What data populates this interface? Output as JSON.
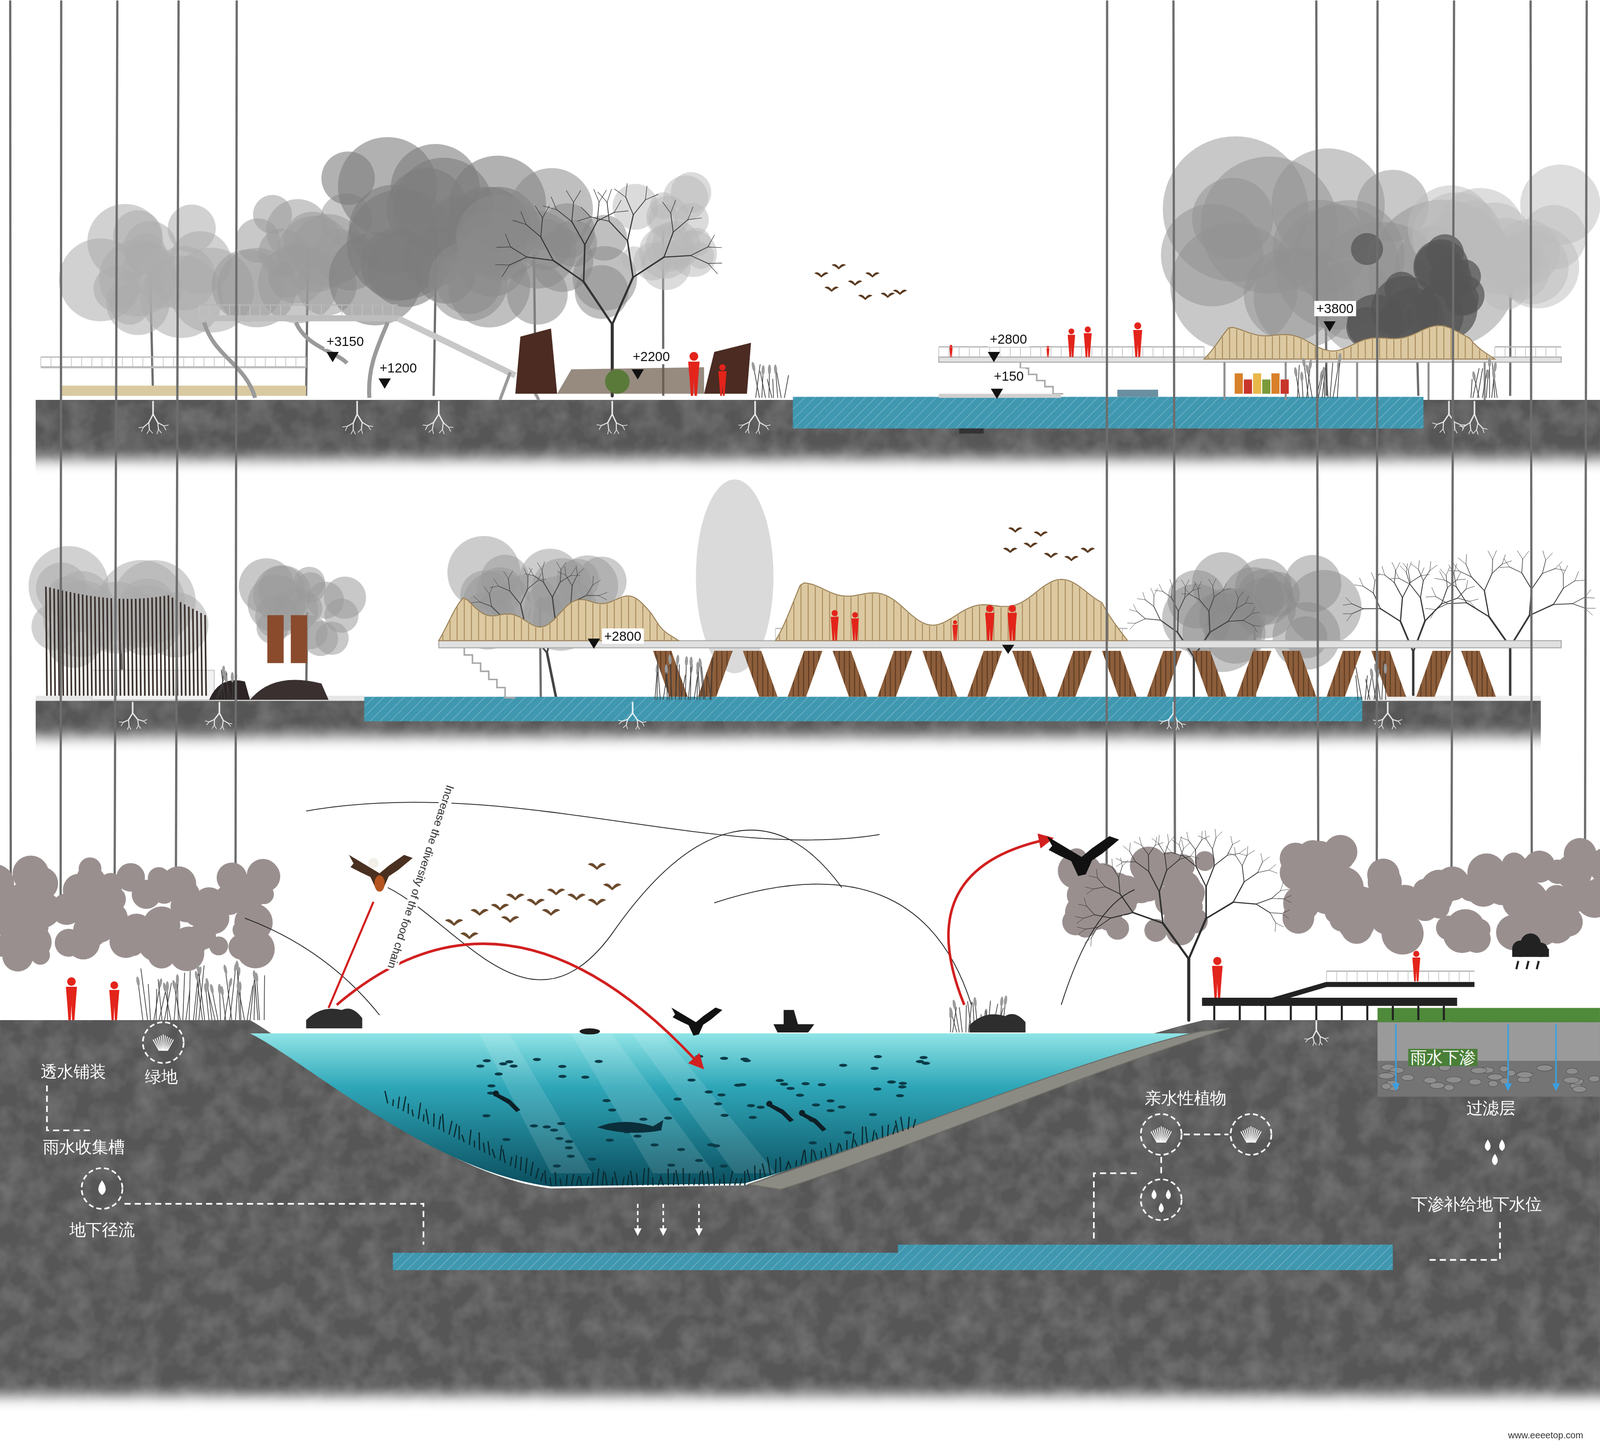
{
  "diagram": {
    "labels": [
      "+3150",
      "+1200",
      "+2200",
      "+2800",
      "+150",
      "+3800",
      "+2800",
      "Increase the diversity of the food chain",
      "透水铺装",
      "绿地",
      "雨水收集槽",
      "地下径流",
      "亲水性植物",
      "雨水下渗",
      "过滤层",
      "下渗补给地下水位",
      "www.eeeetop.com"
    ]
  }
}
